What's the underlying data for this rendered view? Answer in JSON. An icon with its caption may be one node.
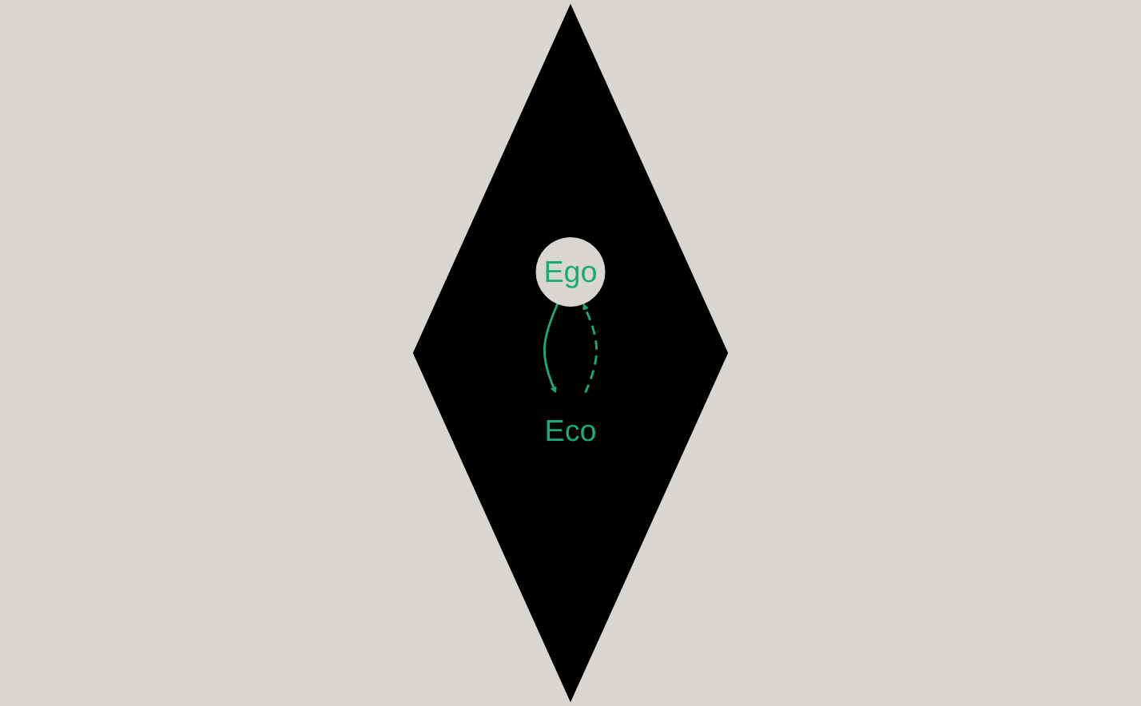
{
  "diagram": {
    "nodes": [
      {
        "text": [],
        "shape": "diamond"
      },
      {
        "text": [
          "Ego"
        ],
        "in": 0
      },
      {
        "text": [
          "Eco"
        ],
        "in": 0
      }
    ],
    "edges": [
      {
        "from": 1,
        "to": 2,
        "arrow": "to"
      },
      {
        "from": 2,
        "to": 1,
        "arrow": "to",
        "style": "dashed"
      }
    ]
  }
}
